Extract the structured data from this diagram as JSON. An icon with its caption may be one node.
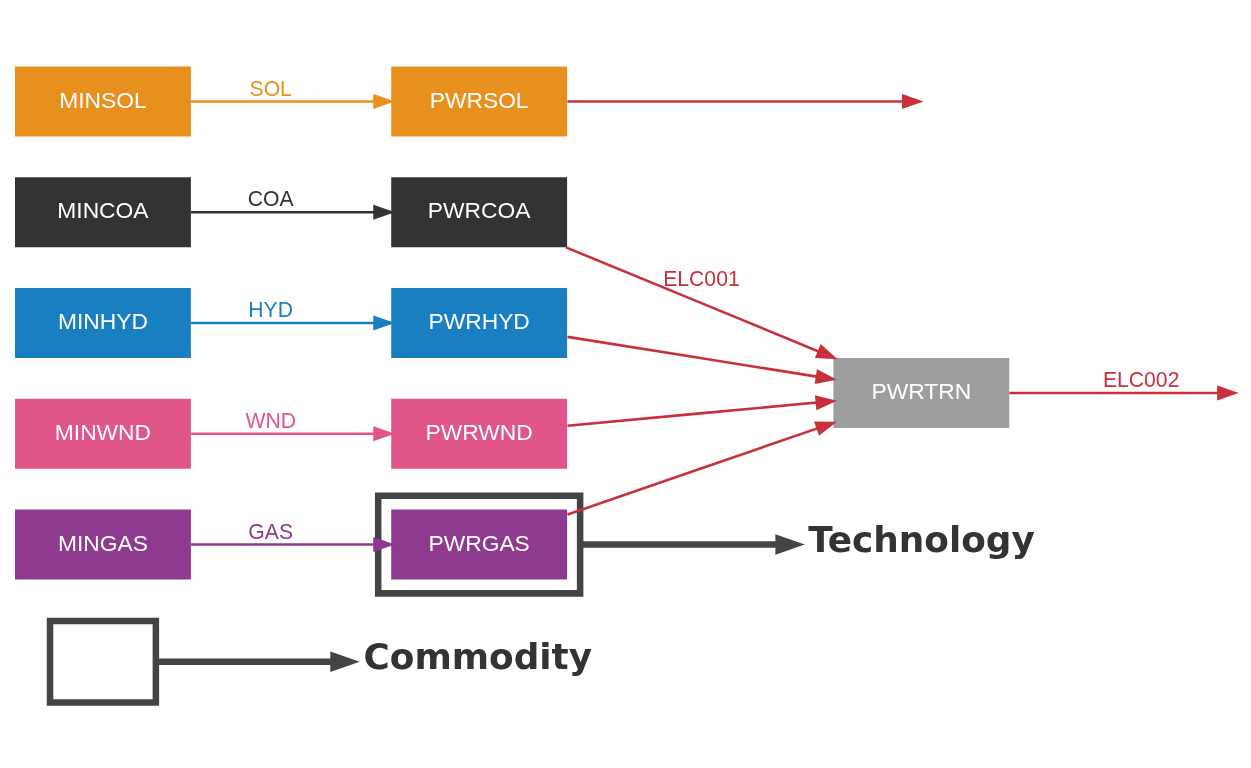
{
  "diagram": {
    "nodes": [
      {
        "text": [
          "Commodity"
        ]
      },
      {
        "text": [
          "Technology"
        ]
      },
      {
        "text": [],
        "shape": "box"
      },
      {
        "text": [
          "MINGAS"
        ]
      },
      {
        "text": [],
        "shape": "box"
      },
      {
        "text": [
          "PWRGAS"
        ],
        "in": 4
      },
      {
        "text": [
          "PWRTRN"
        ]
      },
      {
        "text": [
          "MINCOA"
        ]
      },
      {
        "text": [
          "PWRCOA"
        ]
      },
      {
        "text": [
          "MINHYD"
        ]
      },
      {
        "text": [
          "PWRHYD"
        ]
      },
      {
        "text": [
          "MINSOL"
        ]
      },
      {
        "text": [
          "PWRSOL"
        ]
      },
      {
        "text": [
          "MINWND"
        ]
      },
      {
        "text": [
          "PWRWND"
        ]
      }
    ],
    "edges": [
      {
        "from": 2,
        "to": 0,
        "arrow": "to",
        "style": "thick",
        "color": "#444444"
      },
      {
        "from": 4,
        "to": 1,
        "arrow": "to",
        "style": "thick",
        "color": "#444444"
      },
      {
        "from": 3,
        "to": 5,
        "arrow": "to",
        "label": "GAS",
        "color": "#8e3a8e"
      },
      {
        "from": 7,
        "to": 8,
        "arrow": "to",
        "label": "COA",
        "color": "#333333"
      },
      {
        "from": 9,
        "to": 10,
        "arrow": "to",
        "label": "HYD",
        "color": "#1a7fc1"
      },
      {
        "from": 11,
        "to": 12,
        "arrow": "to",
        "label": "SOL",
        "color": "#e8901e"
      },
      {
        "from": 13,
        "to": 14,
        "arrow": "to",
        "label": "WND",
        "color": "#e0558a"
      },
      {
        "from": 5,
        "to": 6,
        "arrow": "to"
      },
      {
        "from": 8,
        "to": 6,
        "arrow": "to",
        "label": "ELC001"
      },
      {
        "from": 10,
        "to": 6,
        "arrow": "to"
      },
      {
        "from": 14,
        "to": 6,
        "arrow": "to"
      },
      {
        "from": 6,
        "to": null,
        "arrow": "to",
        "label": "ELC002"
      },
      {
        "from": 12,
        "to": null,
        "arrow": "to"
      }
    ]
  }
}
